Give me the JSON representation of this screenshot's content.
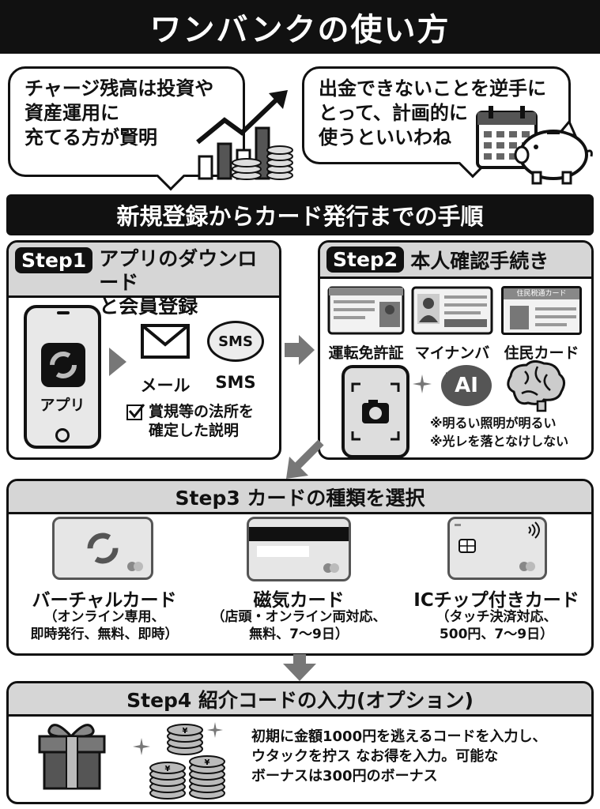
{
  "title": "ワンバンクの使い方",
  "tips": {
    "left": [
      "チャージ残高は投資や",
      "資産運用に",
      "充てる方が賢明"
    ],
    "right": [
      "出金できないことを逆手に",
      "とって、計画的に",
      "使うといいわね"
    ]
  },
  "section_title": "新規登録からカード発行までの手順",
  "step1": {
    "tag": "Step1",
    "title_lines": [
      "アプリのダウンロード",
      "と会員登録"
    ],
    "app_label": "アプリ",
    "mail_label": "メール",
    "sms_icon_text": "SMS",
    "sms_label": "SMS",
    "check_lines": [
      "賞規等の法所を",
      "確定した説明"
    ]
  },
  "step2": {
    "tag": "Step2",
    "title": "本人確認手続き",
    "doc_labels": [
      "運転免許証",
      "マイナンバー",
      "住民カード"
    ],
    "resident_card_header": "住民税通カード",
    "ai_text": "AI",
    "notes": [
      "※明るい照明が明るい",
      "※光レを落となけしない"
    ]
  },
  "step3": {
    "title": "Step3 カードの種類を選択",
    "cards": [
      {
        "name": "バーチャルカード",
        "desc": [
          "（オンライン専用、",
          "即時発行、無料、即時）"
        ]
      },
      {
        "name": "磁気カード",
        "desc": [
          "（店頭・オンライン両対応、",
          "無料、7〜9日）"
        ]
      },
      {
        "name": "ICチップ付きカード",
        "desc": [
          "（タッチ決済対応、",
          "500円、7〜9日）"
        ]
      }
    ]
  },
  "step4": {
    "title": "Step4 紹介コードの入力(オプション)",
    "coin_symbol": "¥",
    "desc": [
      "初期に金額1000円を逃えるコードを入力し、",
      "ウタックを拧ス なお得を入力。可能な",
      "ボーナスは300円のボーナス"
    ]
  }
}
